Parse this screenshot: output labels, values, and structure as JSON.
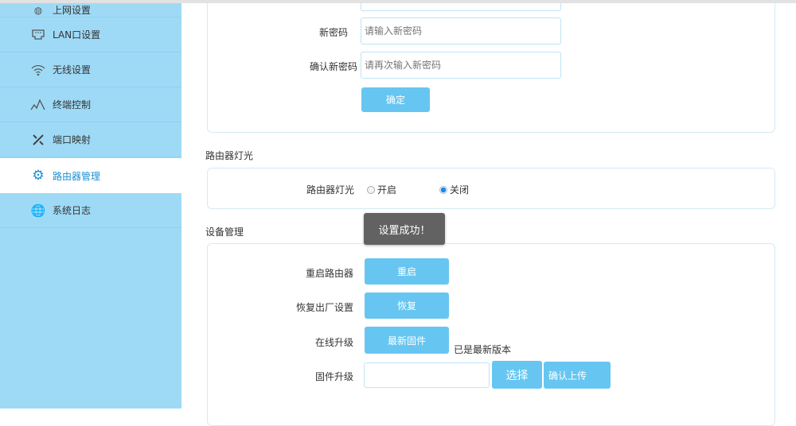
{
  "sidebar": {
    "items": [
      {
        "label": "上网设置",
        "icon": "globe-icon"
      },
      {
        "label": "LAN口设置",
        "icon": "lan-port-icon"
      },
      {
        "label": "无线设置",
        "icon": "wifi-icon"
      },
      {
        "label": "终端控制",
        "icon": "terminal-wave-icon"
      },
      {
        "label": "端口映射",
        "icon": "tools-icon"
      },
      {
        "label": "路由器管理",
        "icon": "gear-icon",
        "active": true
      },
      {
        "label": "系统日志",
        "icon": "log-globe-icon"
      }
    ],
    "active_color": "#1b8fd2",
    "bg": "#9edaf6"
  },
  "password": {
    "new_label": "新密码",
    "new_placeholder": "请输入新密码",
    "confirm_label": "确认新密码",
    "confirm_placeholder": "请再次输入新密码",
    "submit": "确定"
  },
  "light": {
    "section_title": "路由器灯光",
    "label": "路由器灯光",
    "on": "开启",
    "off": "关闭",
    "selected": "关闭"
  },
  "device": {
    "section_title": "设备管理",
    "reboot_label": "重启路由器",
    "reboot_btn": "重启",
    "reset_label": "恢复出厂设置",
    "reset_btn": "恢复",
    "online_label": "在线升级",
    "online_btn": "最新固件",
    "online_status": "已是最新版本",
    "firmware_label": "固件升级",
    "firmware_value": "",
    "choose_btn": "选择",
    "upload_btn": "确认上传"
  },
  "toast": "设置成功！",
  "accent": "#67c6f1"
}
